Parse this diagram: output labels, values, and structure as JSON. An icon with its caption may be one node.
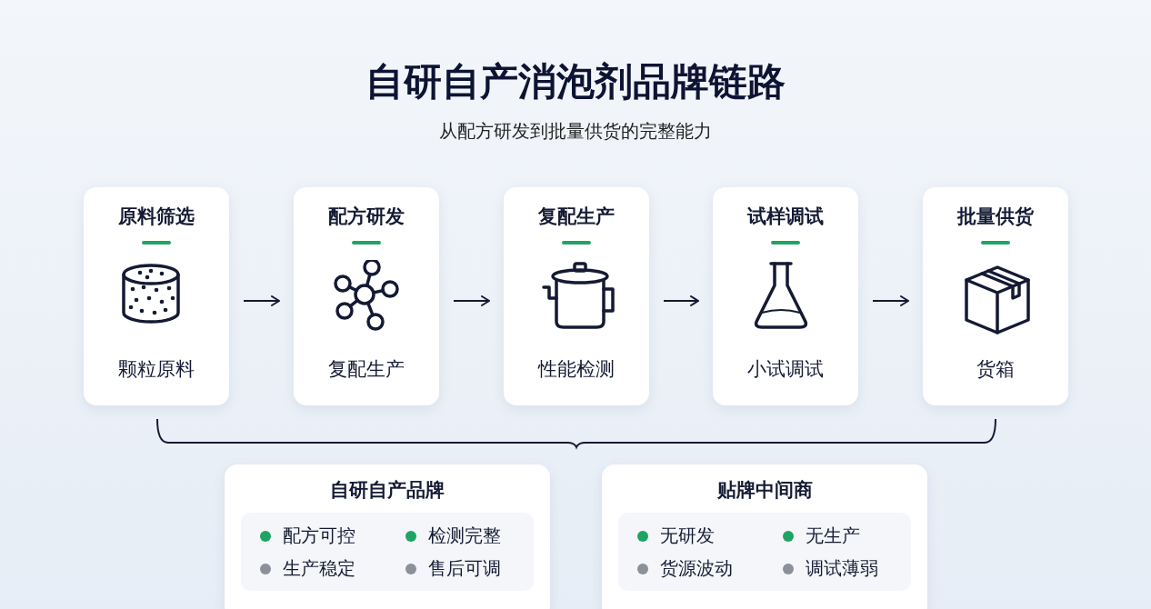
{
  "diagram": {
    "title": "自研自产消泡剂品牌链路",
    "caption": "从配方研发到批量供货的完整能力",
    "nodes": [
      {
        "text": [
          "原料筛选",
          "颗粒原料"
        ]
      },
      {
        "text": [
          "配方研发",
          "复配生产"
        ]
      },
      {
        "text": [
          "复配生产",
          "性能检测"
        ]
      },
      {
        "text": [
          "试样调试",
          "小试调试"
        ]
      },
      {
        "text": [
          "批量供货",
          "货箱"
        ]
      },
      {
        "text": [
          "自研自产品牌",
          "配方可控",
          "检测完整",
          "生产稳定",
          "售后可调"
        ]
      },
      {
        "text": [
          "贴牌中间商",
          "无研发",
          "无生产",
          "货源波动",
          "调试薄弱"
        ]
      }
    ],
    "edges": [
      {
        "from": 0,
        "to": 1,
        "arrow": "to"
      },
      {
        "from": 1,
        "to": 2,
        "arrow": "to"
      },
      {
        "from": 2,
        "to": 3,
        "arrow": "to"
      },
      {
        "from": 3,
        "to": 4,
        "arrow": "to"
      }
    ]
  }
}
